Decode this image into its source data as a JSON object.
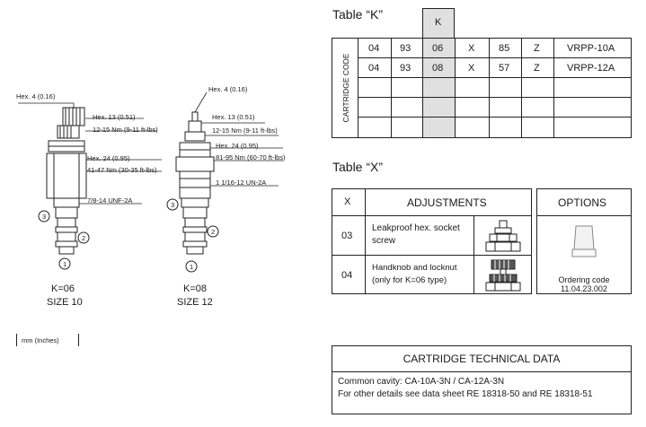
{
  "table_k": {
    "title": "Table “K”",
    "header_k": "K",
    "side_label": "CARTRIDGE CODE",
    "rows": [
      [
        "04",
        "93",
        "06",
        "X",
        "85",
        "Z",
        "VRPP-10A"
      ],
      [
        "04",
        "93",
        "08",
        "X",
        "57",
        "Z",
        "VRPP-12A"
      ],
      [
        "",
        "",
        "",
        "",
        "",
        "",
        ""
      ],
      [
        "",
        "",
        "",
        "",
        "",
        "",
        ""
      ],
      [
        "",
        "",
        "",
        "",
        "",
        "",
        ""
      ]
    ]
  },
  "table_x": {
    "title": "Table “X”",
    "col_x": "X",
    "col_adjustments": "ADJUSTMENTS",
    "col_options": "OPTIONS",
    "rows": [
      {
        "code": "03",
        "text": "Leakproof hex. socket screw"
      },
      {
        "code": "04",
        "text": "Handknob and locknut (only for K=06 type)"
      }
    ],
    "ordering_code_label": "Ordering code",
    "ordering_code_value": "11.04.23.002"
  },
  "technical": {
    "title": "CARTRIDGE TECHNICAL DATA",
    "line1": "Common cavity: CA-10A-3N / CA-12A-3N",
    "line2": "For other details see data sheet RE 18318-50 and RE 18318-51"
  },
  "drawing_left": {
    "hex4": "Hex. 4 (0.16)",
    "hex13": "Hex. 13 (0.51)",
    "torque13": "12-15 Nm (9-11 ft-lbs)",
    "hex24": "Hex. 24 (0.95)",
    "torque24": "41-47 Nm (30-35 ft-lbs)",
    "thread": "7/8-14 UNF-2A",
    "k_label": "K=06",
    "size_label": "SIZE 10",
    "callout1": "1",
    "callout2": "2",
    "callout3": "3"
  },
  "drawing_right": {
    "hex4": "Hex. 4 (0.16)",
    "hex13": "Hex. 13 (0.51)",
    "torque13": "12-15 Nm (9-11 ft-lbs)",
    "hex24": "Hex. 24 (0.95)",
    "torque24": "81-95 Nm (60-70 ft-lbs)",
    "thread": "1 1/16-12 UN-2A",
    "k_label": "K=08",
    "size_label": "SIZE 12",
    "callout1": "1",
    "callout2": "2",
    "callout3": "3"
  },
  "units_note": "mm (Inches)"
}
